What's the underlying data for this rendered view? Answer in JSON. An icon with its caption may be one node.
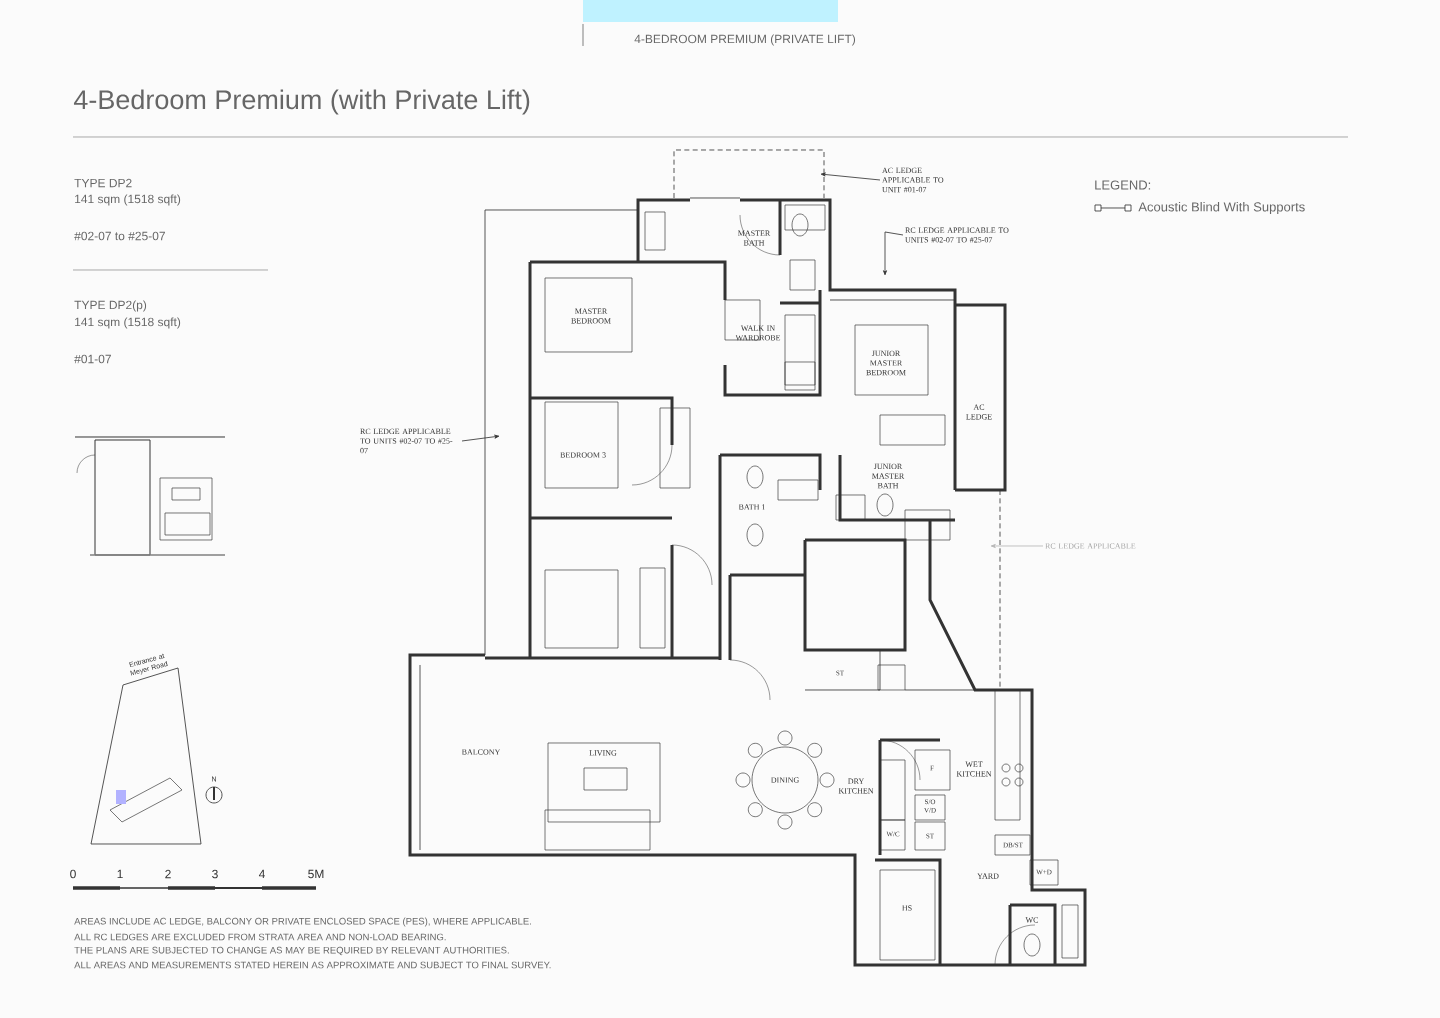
{
  "diagram": {
    "title": "4-Bedroom Premium (with Private Lift)",
    "nodes": [
      {
        "text": [
          "AC LEDGE APPLICABLE TO UNIT #01-07"
        ]
      },
      {
        "text": [
          "RC LEDGE APPLICABLE TO UNITS #02-07 TO #25-07"
        ]
      },
      {
        "text": [
          "RC LEDGE APPLICABLE TO UNITS #02-07 TO #25-07"
        ]
      },
      {
        "text": [
          "RC LEDGE APPLICABLE"
        ]
      }
    ],
    "edges": [
      {
        "from": 0,
        "to": null,
        "arrow": "to"
      },
      {
        "from": 1,
        "to": null,
        "arrow": "to"
      },
      {
        "from": 2,
        "to": null,
        "arrow": "to"
      },
      {
        "from": 3,
        "to": null,
        "arrow": "to",
        "color": "#b4b4b4"
      }
    ],
    "labels": [
      "4-BEDROOM PREMIUM (PRIVATE LIFT)",
      "TYPE DP2",
      "141 sqm (1518 sqft)",
      "#02-07 to #25-07",
      "TYPE DP2(p)",
      "141 sqm (1518 sqft)",
      "#01-07",
      "LEGEND:",
      "MASTER BATH",
      "MASTER BEDROOM",
      "WALK IN WARDROBE",
      "JUNIOR MASTER BEDROOM",
      "AC LEDGE",
      "BEDROOM 3",
      "BATH 1",
      "JUNIOR MASTER BATH",
      "ST",
      "BALCONY",
      "LIVING",
      "DINING",
      "DRY KITCHEN",
      "WET KITCHEN",
      "F",
      "S/O V/D",
      "W/C",
      "ST",
      "DB/ST",
      "YARD",
      "W+D",
      "HS",
      "WC",
      "Entrance at Meyer Road",
      "N",
      "0",
      "1",
      "2",
      "3",
      "4",
      "5M",
      "AREAS INCLUDE AC LEDGE, BALCONY OR PRIVATE ENCLOSED SPACE (PES), WHERE APPLICABLE.",
      "ALL RC LEDGES ARE EXCLUDED FROM STRATA AREA AND NON-LOAD BEARING.",
      "THE PLANS ARE SUBJECTED TO CHANGE AS MAY BE REQUIRED BY RELEVANT AUTHORITIES.",
      "ALL AREAS AND MEASUREMENTS STATED HEREIN AS APPROXIMATE AND SUBJECT TO FINAL SURVEY."
    ],
    "legend": [
      {
        "text": "Acoustic Blind With Supports"
      }
    ]
  }
}
